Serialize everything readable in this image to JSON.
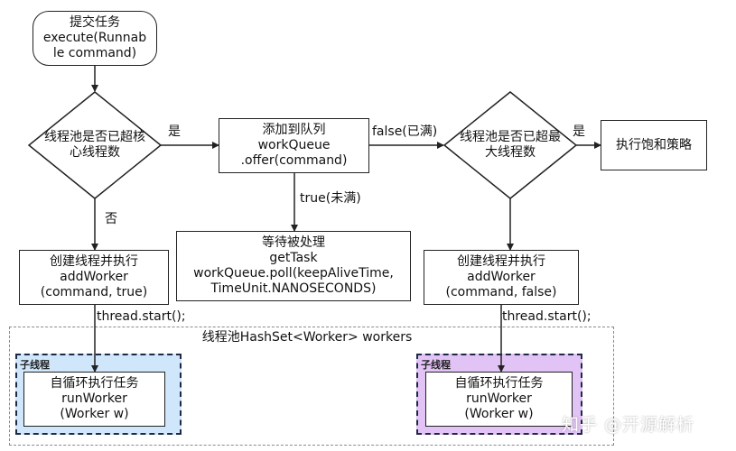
{
  "nodes": {
    "submit_task": "提交任务\nexecute(Runnab\nle command)",
    "decision_core": "线程池是否已超核\n心线程数",
    "add_queue": "添加到队列\nworkQueue\n.offer(command)",
    "decision_max": "线程池是否已超最\n大线程数",
    "reject": "执行饱和策略",
    "create_worker_core": "创建线程并执行\naddWorker\n(command, true)",
    "get_task": "等待被处理\ngetTask\nworkQueue.poll(keepAliveTime,\nTimeUnit.NANOSECONDS)",
    "create_worker_max": "创建线程并执行\naddWorker\n(command, false)",
    "run_worker_left": "自循环执行任务\nrunWorker\n(Worker w)",
    "run_worker_right": "自循环执行任务\nrunWorker\n(Worker w)"
  },
  "edge_labels": {
    "yes_core": "是",
    "no_core": "否",
    "false_full": "false(已满)",
    "true_not_full": "true(未满)",
    "yes_max": "是",
    "thread_start_left": "thread.start();",
    "thread_start_right": "thread.start();"
  },
  "containers": {
    "pool_title": "线程池HashSet<Worker> workers",
    "child_thread_left": "子线程",
    "child_thread_right": "子线程"
  },
  "colors": {
    "left_sub_bg": "#cfe6fb",
    "right_sub_bg": "#e2c3f6",
    "line": "#222222"
  },
  "watermark": "知乎 @开源解析"
}
